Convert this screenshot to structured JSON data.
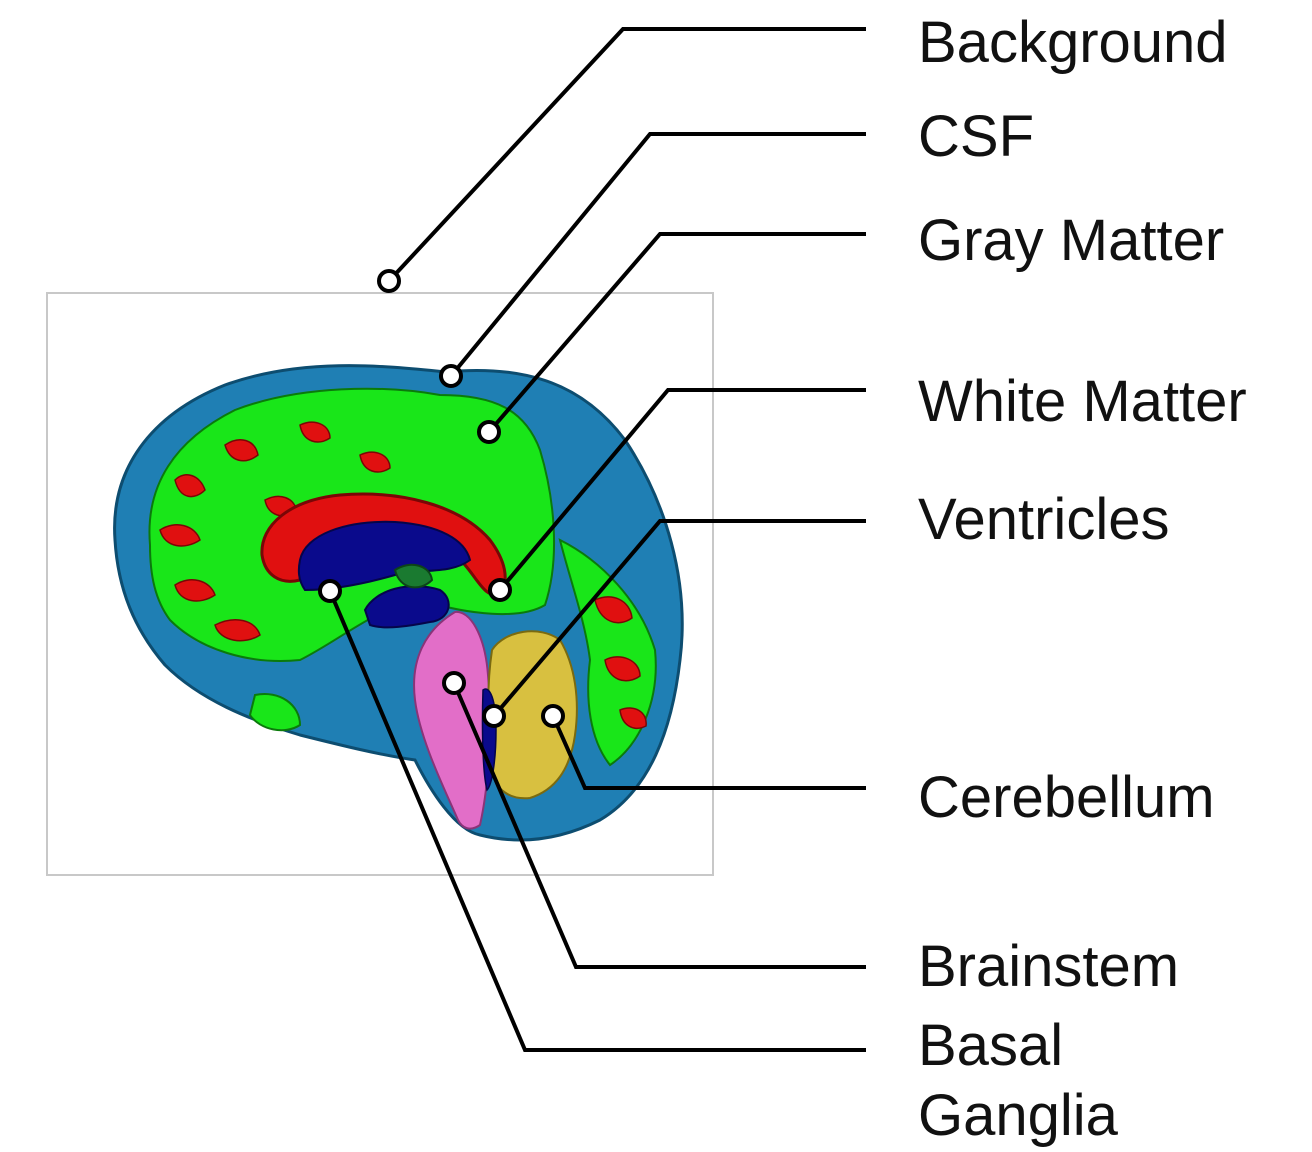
{
  "labels": {
    "background": "Background",
    "csf": "CSF",
    "gray_matter": "Gray Matter",
    "white_matter": "White Matter",
    "ventricles": "Ventricles",
    "cerebellum": "Cerebellum",
    "brainstem": "Brainstem",
    "basal_ganglia_line1": "Basal",
    "basal_ganglia_line2": "Ganglia"
  },
  "colors": {
    "csf": "#1f7fb4",
    "gray_matter": "#19e619",
    "white_matter": "#e01010",
    "ventricles": "#0a0a8c",
    "cerebellum": "#d8c040",
    "brainstem": "#e26ec8",
    "basal_ganglia": "#1a7a30",
    "panel_border": "#c8c8c8"
  }
}
